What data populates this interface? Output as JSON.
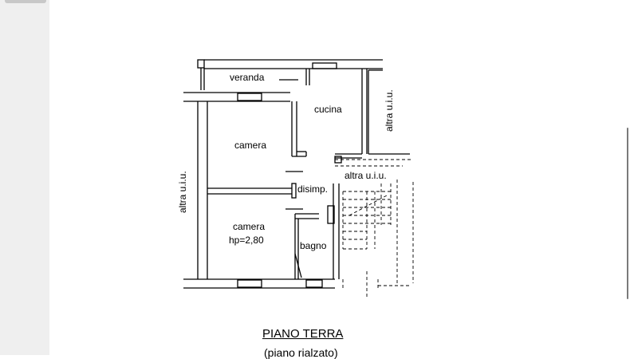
{
  "plan": {
    "rooms": {
      "veranda": "veranda",
      "cucina": "cucina",
      "camera_upper": "camera",
      "disimp": "disimp.",
      "camera_lower": "camera",
      "camera_lower_height": "hp=2,80",
      "bagno": "bagno"
    },
    "adjacent_units": {
      "left": "altra u.i.u.",
      "right_top": "altra u.i.u.",
      "middle": "altra u.i.u."
    }
  },
  "caption": {
    "title": "PIANO TERRA",
    "subtitle": "(piano rialzato)"
  }
}
